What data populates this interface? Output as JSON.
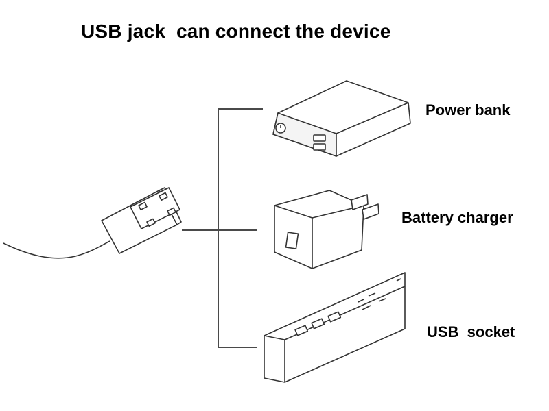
{
  "title": "USB jack  can connect the device",
  "devices": [
    {
      "label": "Power bank",
      "icon": "power-bank-icon"
    },
    {
      "label": "Battery charger",
      "icon": "wall-charger-icon"
    },
    {
      "label": "USB  socket",
      "icon": "power-strip-icon"
    }
  ],
  "source_icon": "usb-plug-icon",
  "line_color": "#4a4a4a"
}
